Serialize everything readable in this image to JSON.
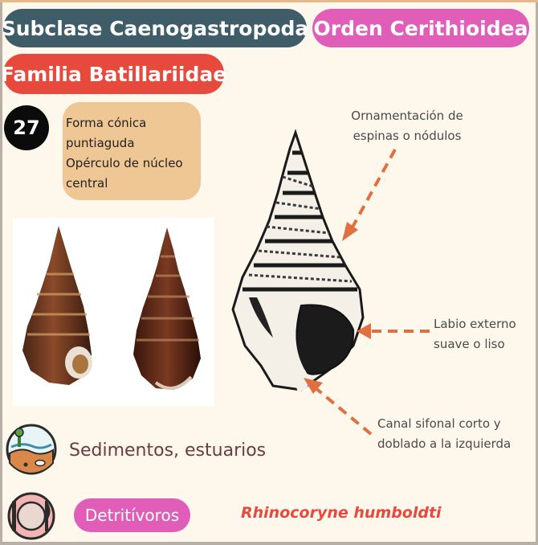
{
  "taxonomy": {
    "subclass": "Subclase Caenogastropoda",
    "order": "Orden Cerithioidea",
    "family": "Familia Batillariidae"
  },
  "card": {
    "number": "27",
    "features": [
      "Forma cónica",
      "puntiaguda",
      "Opérculo de núcleo",
      "central"
    ]
  },
  "callouts": {
    "ornament": [
      "Ornamentación de",
      "espinas o nódulos"
    ],
    "labio": [
      "Labio externo",
      "suave o liso"
    ],
    "canal": [
      "Canal sifonal corto y",
      "doblado a la izquierda"
    ]
  },
  "habitat": {
    "text": "Sedimentos, estuarios",
    "icon": "estuary-sediment-icon"
  },
  "diet": {
    "text": "Detritívoros",
    "icon": "plate-cutlery-icon"
  },
  "species": "Rhinocoryne humboldti",
  "colors": {
    "subclass": "#3f5d68",
    "order": "#e05db8",
    "family": "#e8493d",
    "features_box": "#efc795",
    "arrow": "#e07040",
    "background": "#fdf7ec"
  }
}
